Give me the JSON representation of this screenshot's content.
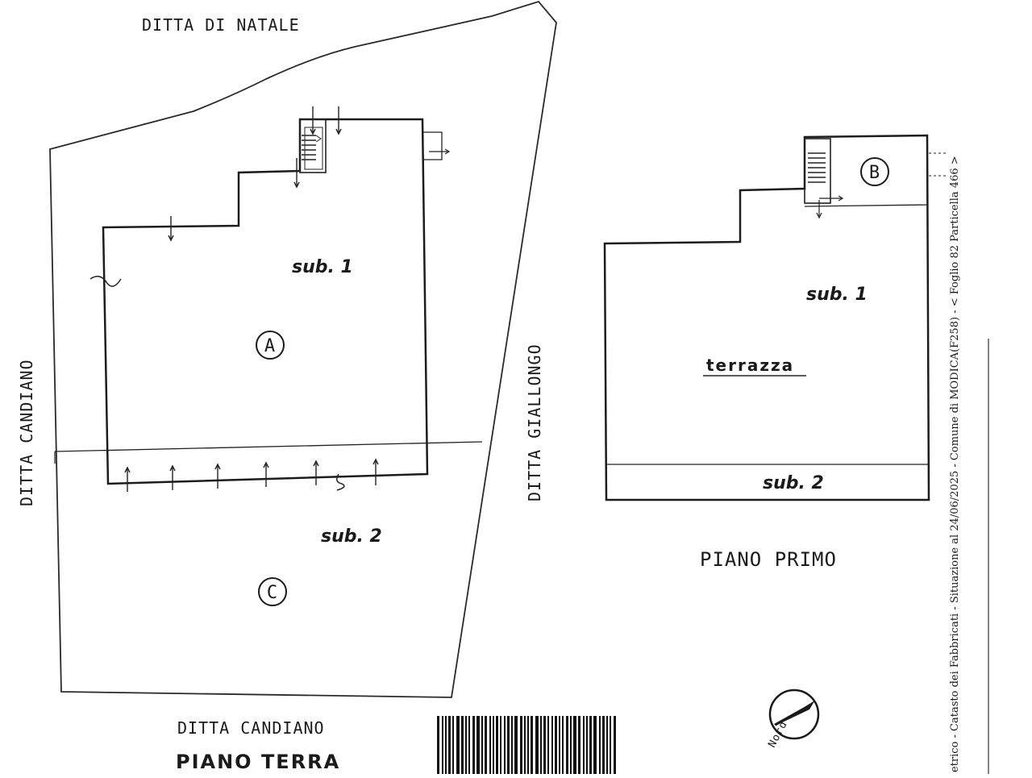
{
  "labels": {
    "ditta_top": "DITTA DI NATALE",
    "ditta_left": "DITTA CANDIANO",
    "ditta_middle": "DITTA GIALLONGO",
    "ditta_bottom": "DITTA CANDIANO",
    "piano_terra": "PIANO TERRA",
    "piano_primo": "PIANO PRIMO"
  },
  "ground_floor": {
    "sub1": "sub. 1",
    "sub2": "sub. 2",
    "marker_a": "A",
    "marker_c": "C"
  },
  "first_floor": {
    "sub1": "sub. 1",
    "sub2": "sub. 2",
    "terrazza": "terrazza",
    "marker_b": "B"
  },
  "margin_note": "etrico - Catasto dei Fabbricati - Situazione al 24/06/2025 - Comune di MODICA(F258) - < Foglio 82 Particella 466 >",
  "north_label": "Nord"
}
